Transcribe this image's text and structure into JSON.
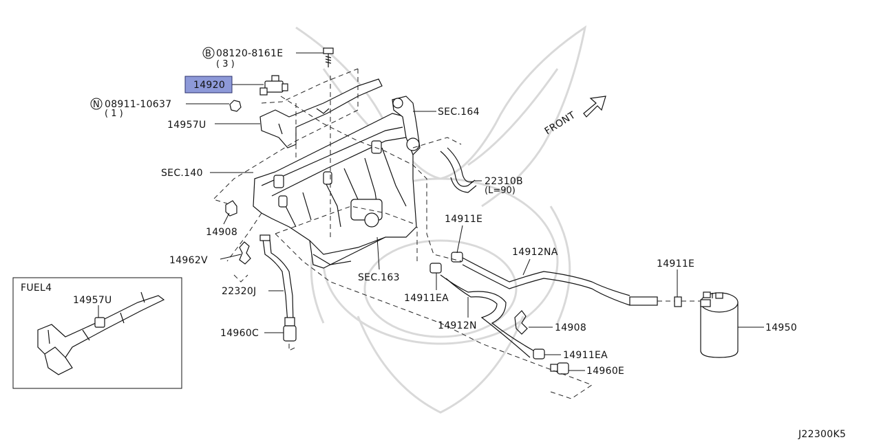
{
  "diagram_ref": "J22300K5",
  "front_label": "FRONT",
  "callouts": {
    "bolt": {
      "symbol": "B",
      "part": "08120-8161E",
      "qty": "( 3 )"
    },
    "nut": {
      "symbol": "N",
      "part": "08911-10637",
      "qty": "( 1 )"
    },
    "p14920": "14920",
    "p14957U": "14957U",
    "sec140": "SEC.140",
    "sec164": "SEC.164",
    "sec163": "SEC.163",
    "p22310B": "22310B",
    "p22310B_len": "(L=90)",
    "p14908_a": "14908",
    "p14962V": "14962V",
    "p22320J": "22320J",
    "p14960C": "14960C",
    "p14911E_a": "14911E",
    "p14912NA": "14912NA",
    "p14911E_b": "14911E",
    "p14911EA_a": "14911EA",
    "p14912N": "14912N",
    "p14908_b": "14908",
    "p14911EA_b": "14911EA",
    "p14960E": "14960E",
    "p14950": "14950"
  },
  "inset": {
    "title": "FUEL4",
    "part": "14957U"
  },
  "colors": {
    "highlight": "#8d99d8",
    "line": "#111111",
    "watermark": "#d9d9d9"
  }
}
